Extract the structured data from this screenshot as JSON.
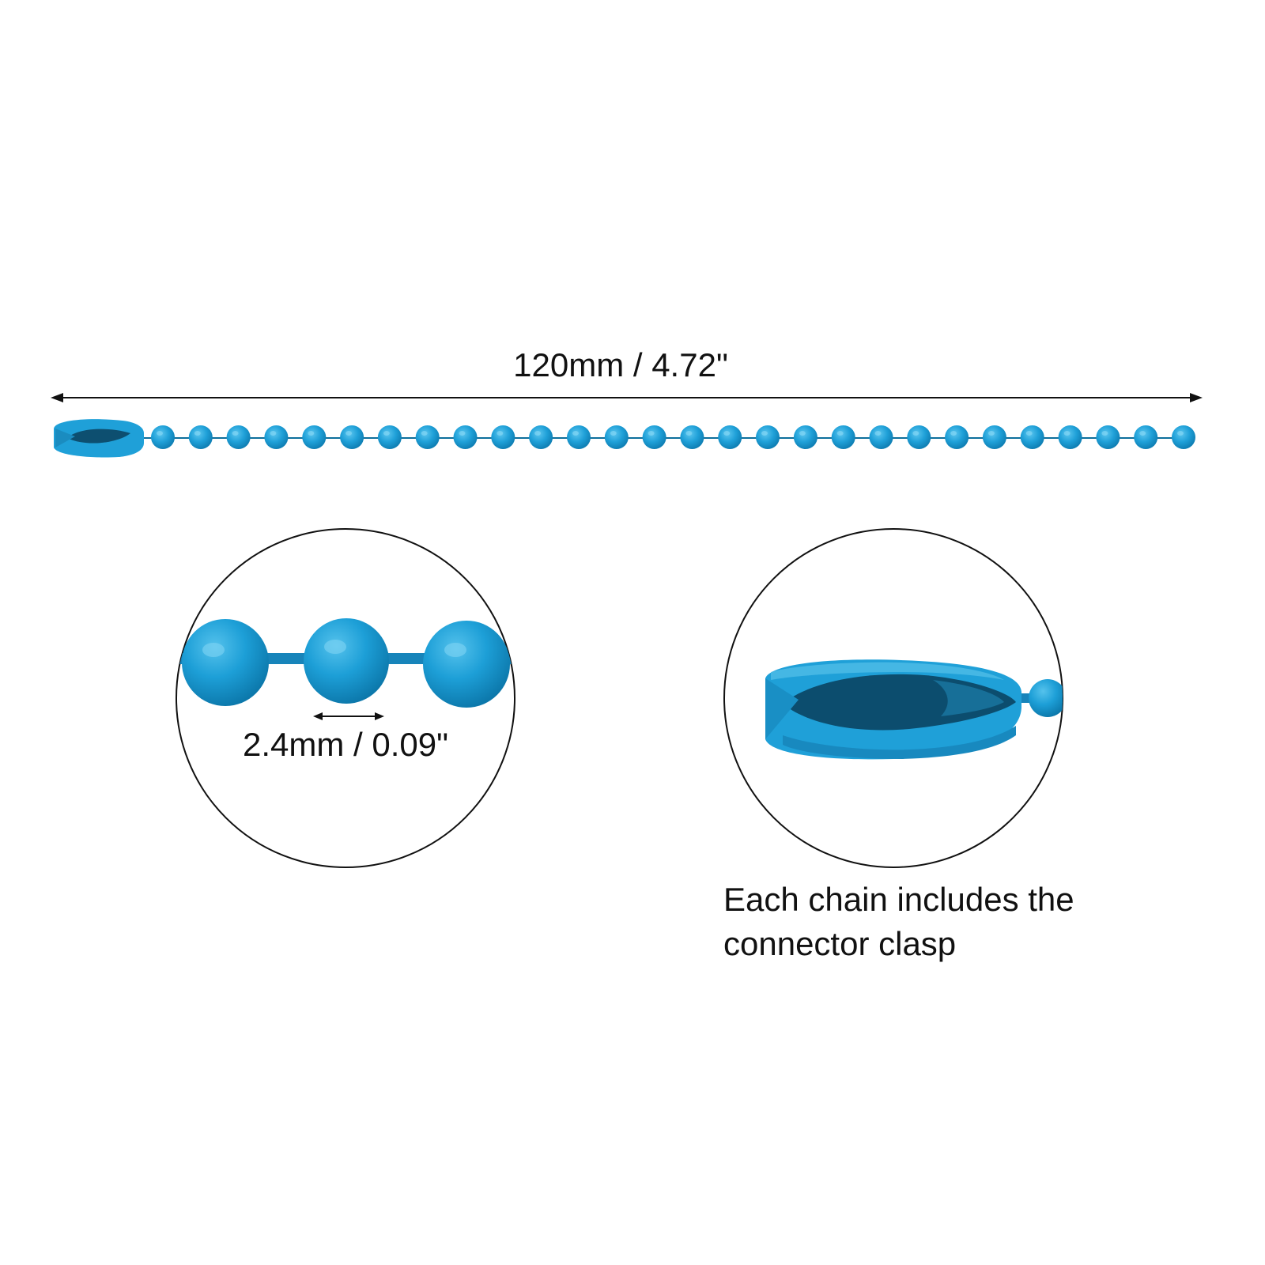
{
  "colors": {
    "chain_blue": "#1fa0d8",
    "chain_dark": "#0d6f9c",
    "chain_highlight": "#58c3ec",
    "line": "#111111",
    "background": "#ffffff"
  },
  "dimensions": {
    "length_label": "120mm / 4.72\"",
    "ball_diameter_label": "2.4mm / 0.09\""
  },
  "chain": {
    "ball_count": 28
  },
  "detail_views": {
    "ball_closeup": {
      "icon": "ball-chain-closeup"
    },
    "clasp_closeup": {
      "icon": "connector-clasp-closeup",
      "caption": "Each chain includes the connector clasp"
    }
  }
}
